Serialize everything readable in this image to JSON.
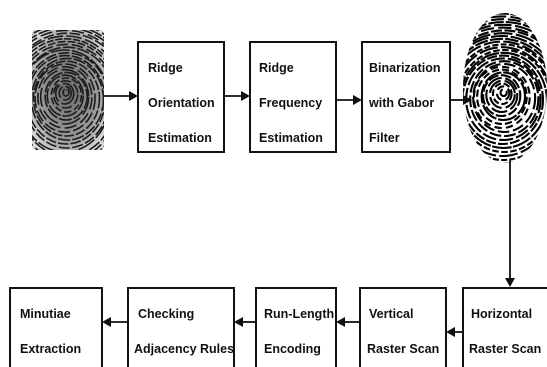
{
  "diagram": {
    "top_row": [
      {
        "id": "ridge-orientation",
        "lines": [
          "Ridge",
          "Orientation",
          "Estimation"
        ]
      },
      {
        "id": "ridge-frequency",
        "lines": [
          "Ridge",
          "Frequency",
          "Estimation"
        ]
      },
      {
        "id": "binarization",
        "lines": [
          "Binarization",
          "with Gabor",
          "Filter"
        ]
      }
    ],
    "bottom_row": [
      {
        "id": "minutiae-extraction",
        "lines": [
          "Minutiae",
          "Extraction"
        ]
      },
      {
        "id": "checking-adjacency",
        "lines": [
          "Checking",
          "Adjacency Rules"
        ]
      },
      {
        "id": "run-length",
        "lines": [
          "Run-Length",
          "Encoding"
        ]
      },
      {
        "id": "vertical-raster",
        "lines": [
          "Vertical",
          "Raster Scan"
        ]
      },
      {
        "id": "horizontal-raster",
        "lines": [
          "Horizontal",
          "Raster Scan"
        ]
      }
    ],
    "images": [
      {
        "id": "input-fingerprint",
        "kind": "grayscale-fingerprint"
      },
      {
        "id": "binarized-fingerprint",
        "kind": "binary-fingerprint"
      }
    ]
  }
}
